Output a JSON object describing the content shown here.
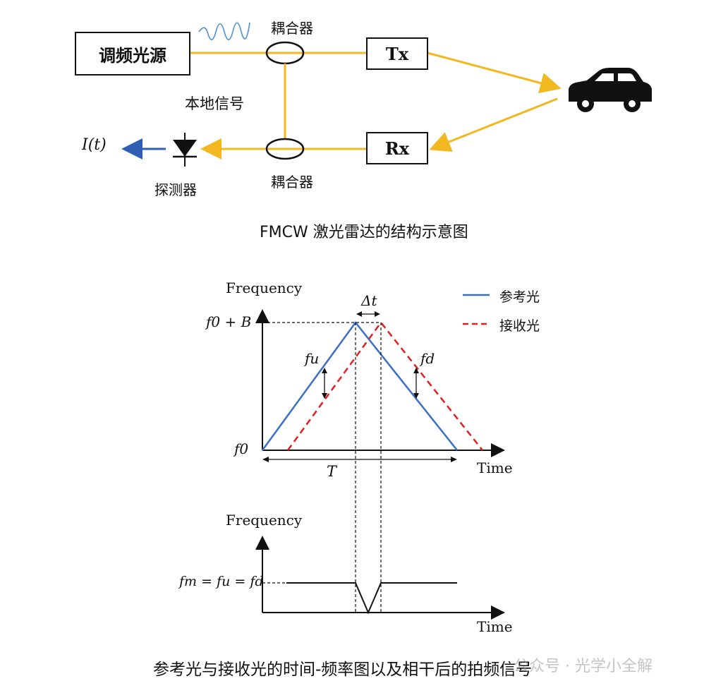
{
  "top_diagram": {
    "laser_label": "调频光源",
    "tx_label": "Tx",
    "rx_label": "Rx",
    "coupler_top_label": "耦合器",
    "coupler_bottom_label": "耦合器",
    "local_signal_label": "本地信号",
    "detector_label": "探测器",
    "output_label": "I(t)",
    "caption": "FMCW 激光雷达的结构示意图",
    "colors": {
      "beam": "#f2b820",
      "output_arrow": "#2f5fb3"
    },
    "icons": [
      "sine-wave-icon",
      "photodiode-icon",
      "car-icon"
    ]
  },
  "chart_data": [
    {
      "type": "line",
      "ylabel": "Frequency",
      "xlabel": "Time",
      "y_ticks": [
        "f0",
        "f0 + B"
      ],
      "legend": [
        "参考光",
        "接收光"
      ],
      "legend_placement": "top-right",
      "annotations": [
        "Δt",
        "fu",
        "fd",
        "T"
      ],
      "series": [
        {
          "name": "参考光",
          "color": "#3a6fc4",
          "style": "solid",
          "points": [
            [
              "0",
              "f0"
            ],
            [
              "T/2",
              "f0 + B"
            ],
            [
              "T",
              "f0"
            ]
          ]
        },
        {
          "name": "接收光",
          "color": "#e02020",
          "style": "dashed",
          "points": [
            [
              "Δt",
              "f0"
            ],
            [
              "T/2 + Δt",
              "f0 + B"
            ],
            [
              "T + Δt",
              "f0"
            ]
          ]
        }
      ]
    },
    {
      "type": "line",
      "ylabel": "Frequency",
      "xlabel": "Time",
      "y_tick": "fm = fu = fd",
      "series": [
        {
          "name": "",
          "description": "constant beat frequency with a V-shaped dip during Δt"
        }
      ]
    }
  ],
  "bottom_caption": "参考光与接收光的时间-频率图以及相干后的拍频信号",
  "watermark": "公众号 · 光学小全解"
}
